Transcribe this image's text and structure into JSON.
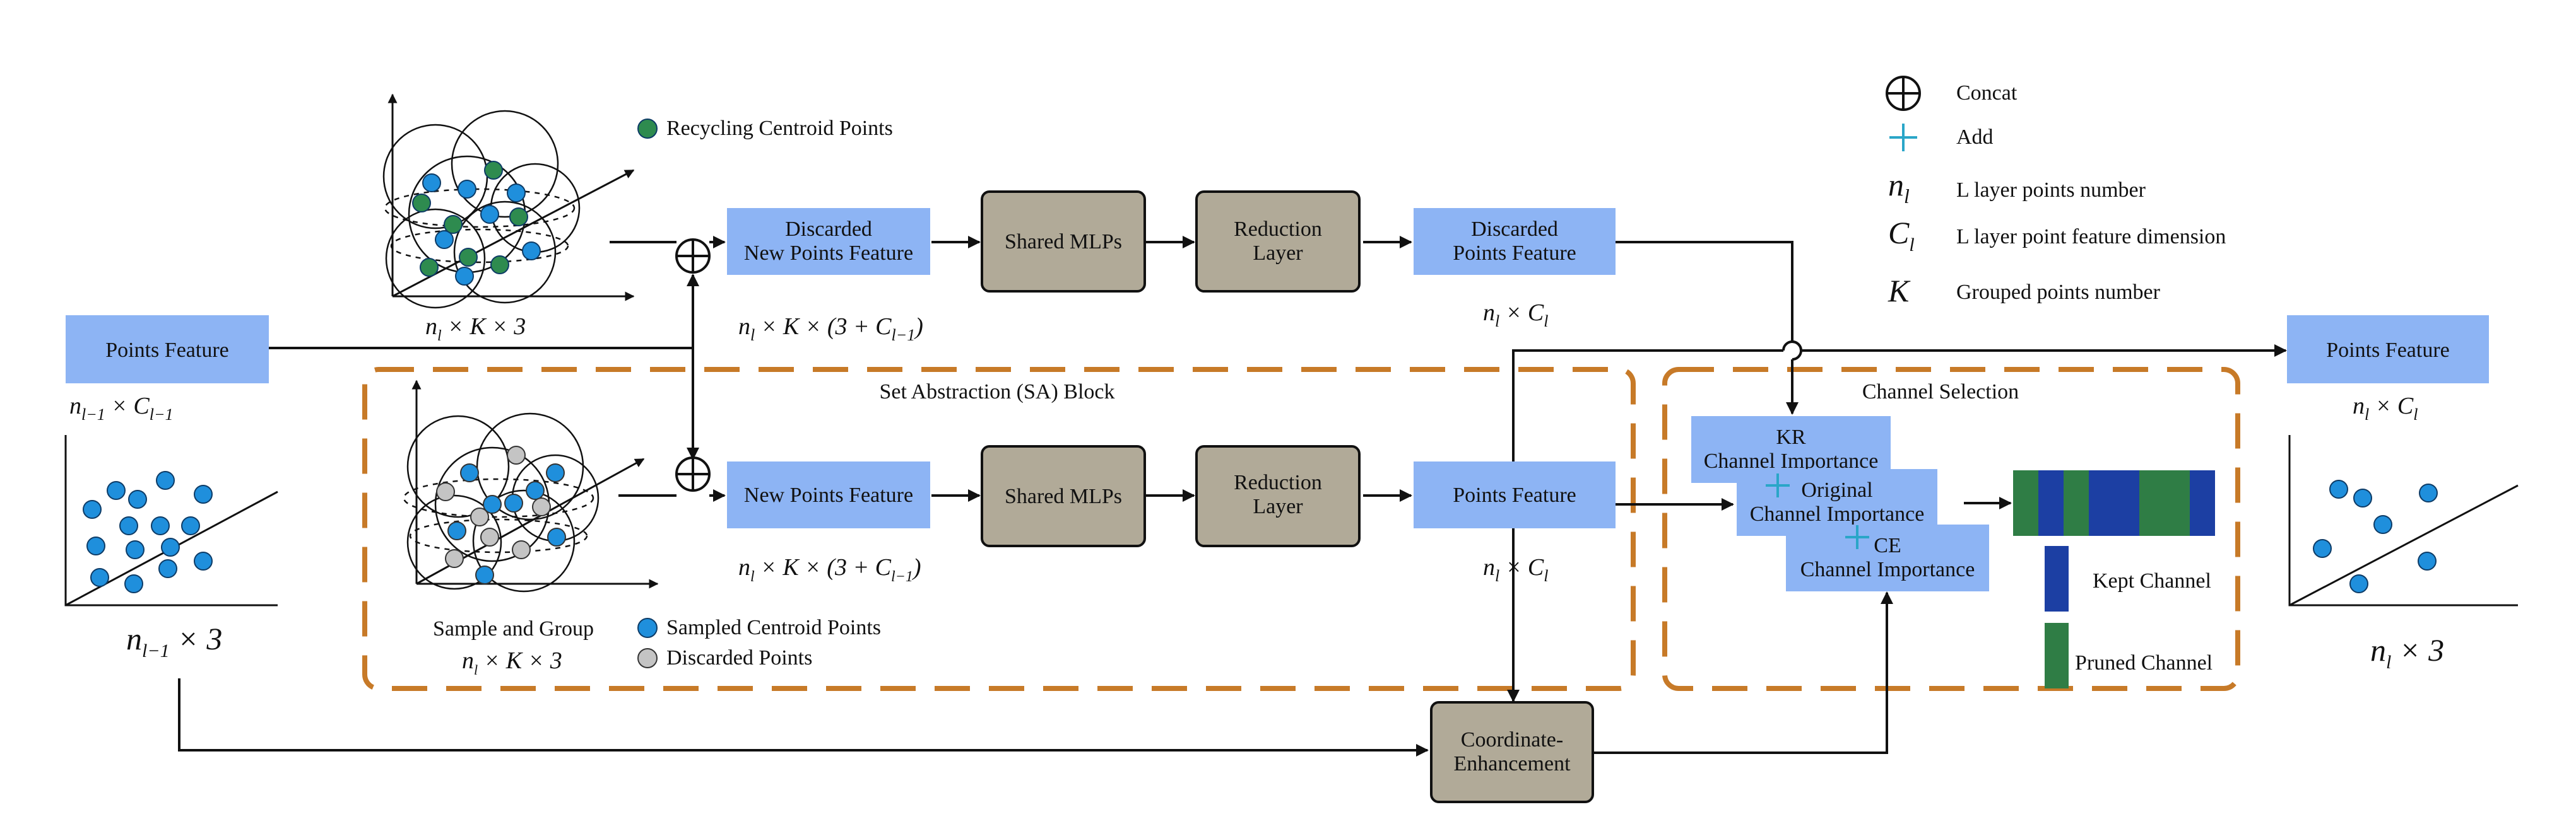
{
  "legend": {
    "concat": "Concat",
    "add": "Add",
    "n_l_symbol": "n",
    "n_l_sub": "l",
    "n_l": "L layer points number",
    "c_l_symbol": "C",
    "c_l_sub": "l",
    "c_l": "L layer point feature dimension",
    "k_symbol": "K",
    "k": "Grouped points number"
  },
  "blocks": {
    "input_points_feature": "Points Feature",
    "output_points_feature": "Points Feature",
    "discarded_new_points_feature": [
      "Discarded",
      "New Points Feature"
    ],
    "shared_mlps_top": "Shared MLPs",
    "reduction_layer_top": [
      "Reduction",
      "Layer"
    ],
    "discarded_points_feature": [
      "Discarded",
      "Points Feature"
    ],
    "new_points_feature": "New Points Feature",
    "shared_mlps_bottom": "Shared MLPs",
    "reduction_layer_bottom": [
      "Reduction",
      "Layer"
    ],
    "sa_points_feature": "Points Feature",
    "coordinate_enhancement": [
      "Coordinate-",
      "Enhancement"
    ],
    "kr_importance": [
      "KR",
      "Channel Importance"
    ],
    "original_importance": [
      "Original",
      "Channel Importance"
    ],
    "ce_importance": [
      "CE",
      "Channel Importance"
    ]
  },
  "regions": {
    "sa_block": "Set Abstraction (SA) Block",
    "channel_selection": "Channel Selection"
  },
  "point_legends": {
    "recycling": "Recycling Centroid Points",
    "sample_and_group": "Sample and Group",
    "sampled": "Sampled Centroid Points",
    "discarded": "Discarded Points",
    "kept_channel": "Kept Channel",
    "pruned_channel": "Pruned Channel"
  },
  "colors": {
    "block_blue": "#8db4f4",
    "block_gray": "#b1aa98",
    "dashed_orange": "#c77a28",
    "point_blue": "#1f8fdc",
    "point_green": "#2e8b4f",
    "point_gray": "#c4c4c4",
    "kept_blue": "#1c3fa3",
    "pruned_green": "#2f7d45",
    "add_cyan": "#2aa6c8"
  },
  "icons": [
    "concat-icon",
    "add-icon",
    "point-cloud-icon",
    "channel-bar-icon"
  ]
}
